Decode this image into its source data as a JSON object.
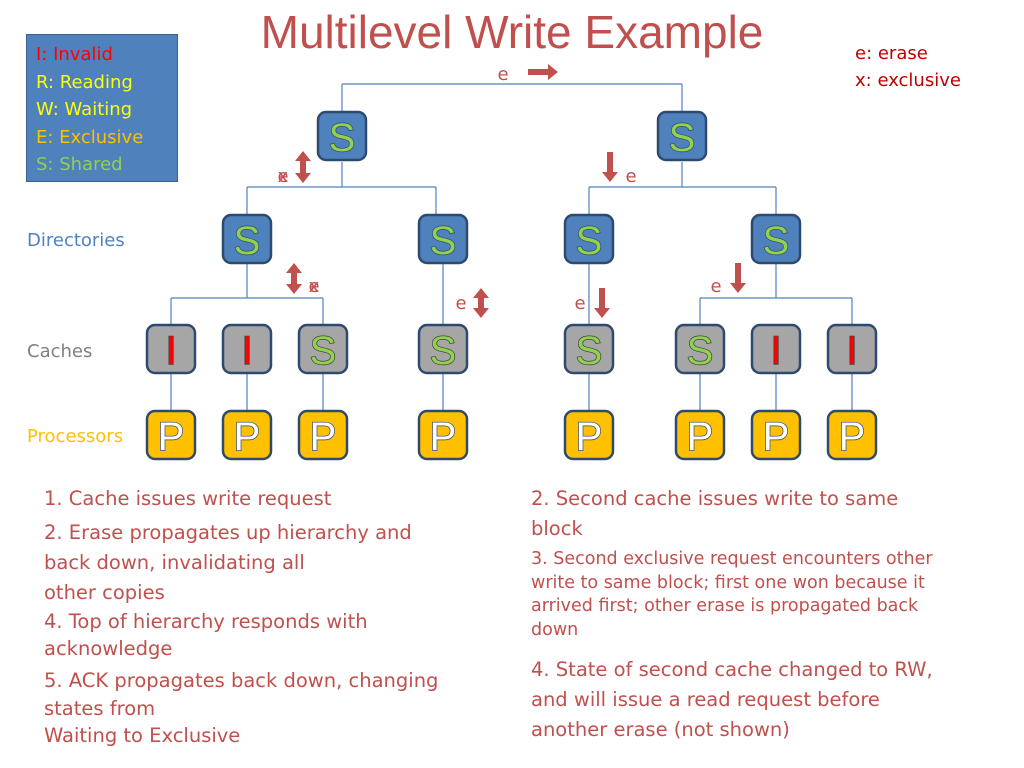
{
  "title": "Multilevel Write Example",
  "legend": {
    "items": [
      {
        "text": "I: Invalid",
        "color": "#ff0000"
      },
      {
        "text": "R: Reading",
        "color": "#ffff00"
      },
      {
        "text": "W: Waiting",
        "color": "#ffff00"
      },
      {
        "text": "E: Exclusive",
        "color": "#ffc000"
      },
      {
        "text": "S: Shared",
        "color": "#92d050"
      }
    ]
  },
  "key": {
    "erase": "e: erase",
    "exclusive": "x: exclusive"
  },
  "row_labels": {
    "directories": "Directories",
    "caches": "Caches",
    "processors": "Processors"
  },
  "colors": {
    "directory_fill": "#4f81bd",
    "cache_fill": "#a6a6a6",
    "processor_fill": "#ffc000",
    "shared_text": "#92d050",
    "invalid_text": "#ff0000",
    "arrow": "#c0504d",
    "line": "#4f81bd"
  },
  "tree": {
    "top_directories": [
      "S",
      "S"
    ],
    "directories": [
      "S",
      "S",
      "S",
      "S"
    ],
    "caches": [
      "I",
      "I",
      "S",
      "S",
      "S",
      "S",
      "I",
      "I"
    ],
    "processors": [
      "P",
      "P",
      "P",
      "P",
      "P",
      "P",
      "P",
      "P"
    ]
  },
  "message_labels": {
    "root": "e",
    "top_left": "x",
    "top_left_overlap": "e",
    "top_right": "e",
    "dir1": "x",
    "dir1_overlap": "e",
    "dir2": "e",
    "dir3": "e",
    "dir4": "e"
  },
  "notes_left": [
    "1. Cache issues write request",
    "2. Erase propagates up hierarchy and back down, invalidating all",
    "other copies",
    "4. Top of hierarchy responds with acknowledge",
    "5. ACK propagates back down, changing states from",
    "Waiting to Exclusive"
  ],
  "notes_right": [
    "2. Second cache issues write to same block",
    "3. Second exclusive request encounters other write to same block; first one won because it arrived first; other erase is propagated back down",
    "4. State of second cache changed to RW, and will issue a read request before another erase (not shown)"
  ]
}
